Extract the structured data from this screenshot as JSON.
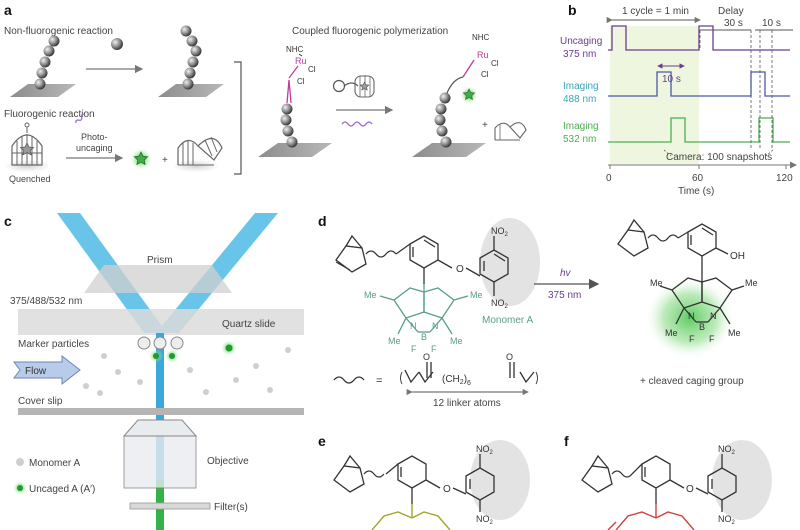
{
  "panels": {
    "a": {
      "label": "a",
      "non_fluorogenic": "Non-fluorogenic reaction",
      "fluorogenic": "Fluorogenic reaction",
      "photo_1": "Photo-",
      "photo_2": "uncaging",
      "quenched": "Quenched",
      "coupled": "Coupled fluorogenic polymerization",
      "nhc": "NHC",
      "ru": "Ru",
      "cl": "Cl"
    },
    "b": {
      "label": "b",
      "cycle": "1 cycle = 1 min",
      "delay": "Delay",
      "delay_val": "30 s",
      "ten_s": "10 s",
      "rows": [
        {
          "line1": "Uncaging",
          "line2": "375 nm",
          "color": "#6a3d8f"
        },
        {
          "line1": "Imaging",
          "line2": "488 nm",
          "color": "#3aa6b8"
        },
        {
          "line1": "Imaging",
          "line2": "532 nm",
          "color": "#4caf50"
        }
      ],
      "camera": "Camera: 100 snapshots",
      "xticks": [
        "0",
        "60",
        "120"
      ],
      "xlabel": "Time (s)"
    },
    "c": {
      "label": "c",
      "prism": "Prism",
      "wavelengths": "375/488/532 nm",
      "quartz": "Quartz slide",
      "markers": "Marker particles",
      "flow": "Flow",
      "cover": "Cover slip",
      "objective": "Objective",
      "monomer": "Monomer A",
      "uncaged": "Uncaged A (A′)",
      "filter": "Filter(s)"
    },
    "d": {
      "label": "d",
      "no2": "NO",
      "sub2": "2",
      "me": "Me",
      "n": "N",
      "b": "B",
      "f": "F",
      "o": "O",
      "oh": "OH",
      "monomer": "Monomer A",
      "hv": "hv",
      "nm": "375 nm",
      "cleaved": "+ cleaved caging group",
      "equals": "=",
      "ch2": "(CH",
      "ch2_sub": "2",
      "ch2_close": ")",
      "ch2_n": "6",
      "linker": "12 linker atoms"
    },
    "e": {
      "label": "e"
    },
    "f": {
      "label": "f"
    }
  },
  "colors": {
    "beam": "#5bbfe6",
    "fluor_green": "#3cb043",
    "dye_green": "#5a9e83",
    "dye_olive": "#a4a42a",
    "dye_red": "#d0423f",
    "ru_pink": "#c0399b",
    "nhc_dblue": "#333333"
  }
}
